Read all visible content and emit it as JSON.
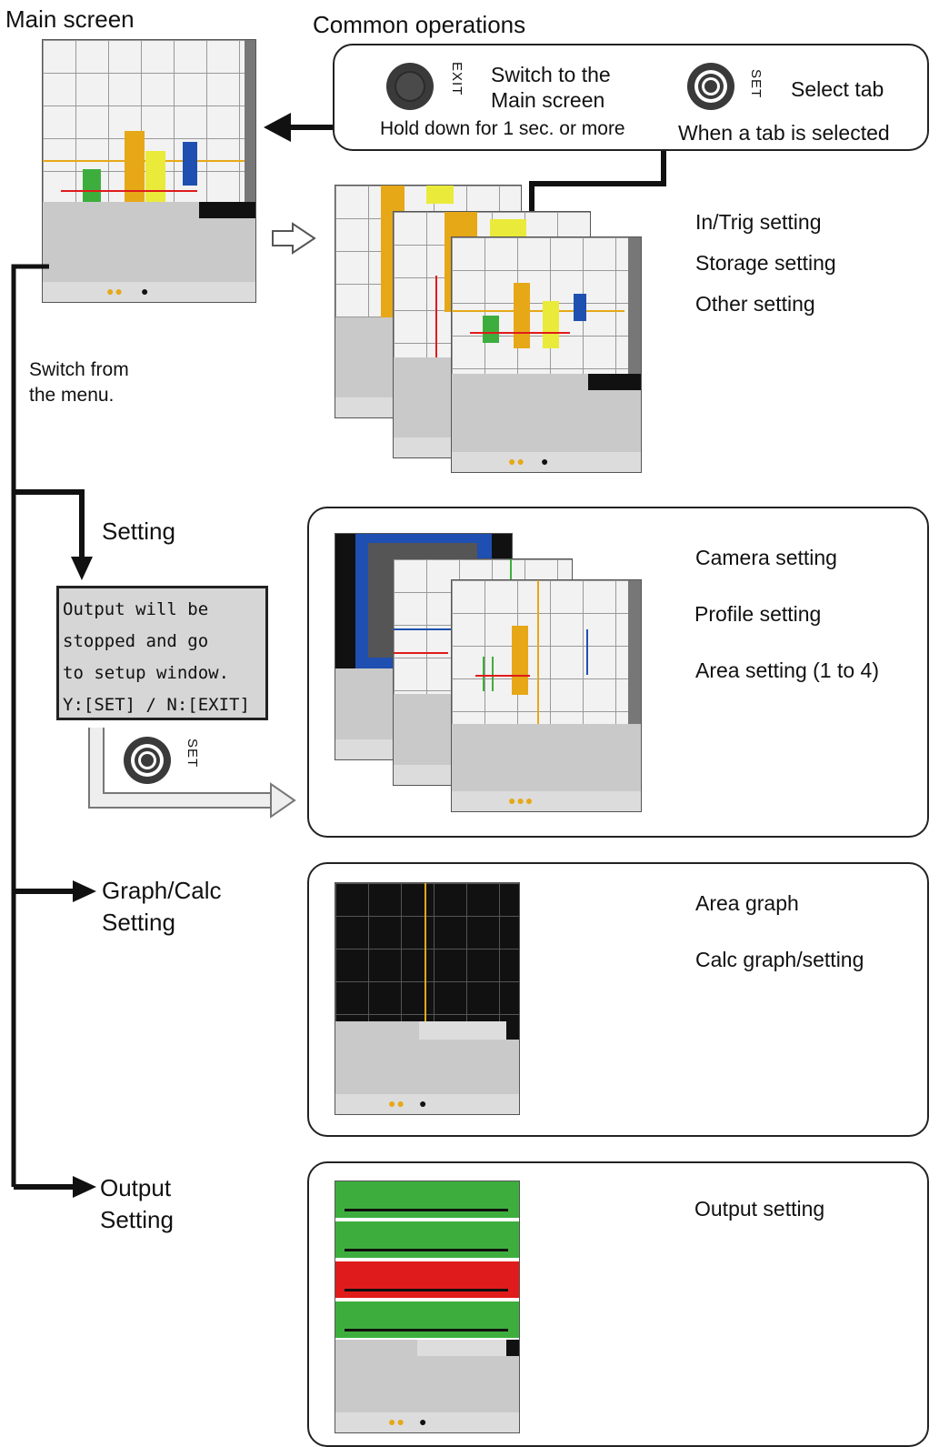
{
  "main_screen": {
    "title": "Main screen"
  },
  "common_operations": {
    "title": "Common operations",
    "exit_button": {
      "label": "EXIT",
      "action": "Switch to the Main screen",
      "action_line1": "Switch to the",
      "action_line2": "Main screen",
      "condition": "Hold down for 1 sec. or more"
    },
    "set_button": {
      "label": "SET",
      "action": "Select tab",
      "condition": "When a tab is selected"
    }
  },
  "tab_screens": {
    "items": [
      "In/Trig setting",
      "Storage setting",
      "Other setting"
    ]
  },
  "switch_note": {
    "line1": "Switch from",
    "line2": "the menu."
  },
  "setting": {
    "label": "Setting",
    "dialog": {
      "lines": [
        "Output will be",
        "stopped and go",
        "to setup window.",
        "Y:[SET] / N:[EXIT]"
      ]
    },
    "set_label": "SET",
    "items": [
      "Camera setting",
      "Profile setting",
      "Area setting (1 to 4)"
    ]
  },
  "graph_calc": {
    "label_line1": "Graph/Calc",
    "label_line2": "Setting",
    "items": [
      "Area graph",
      "Calc graph/setting"
    ]
  },
  "output": {
    "label_line1": "Output",
    "label_line2": "Setting",
    "items": [
      "Output setting"
    ]
  },
  "colors": {
    "green": "#3dae3d",
    "red": "#e01b1b",
    "orange": "#e6a817",
    "yellow": "#eaea3a",
    "blue": "#1f4fb0",
    "dark_red": "#d42020"
  }
}
